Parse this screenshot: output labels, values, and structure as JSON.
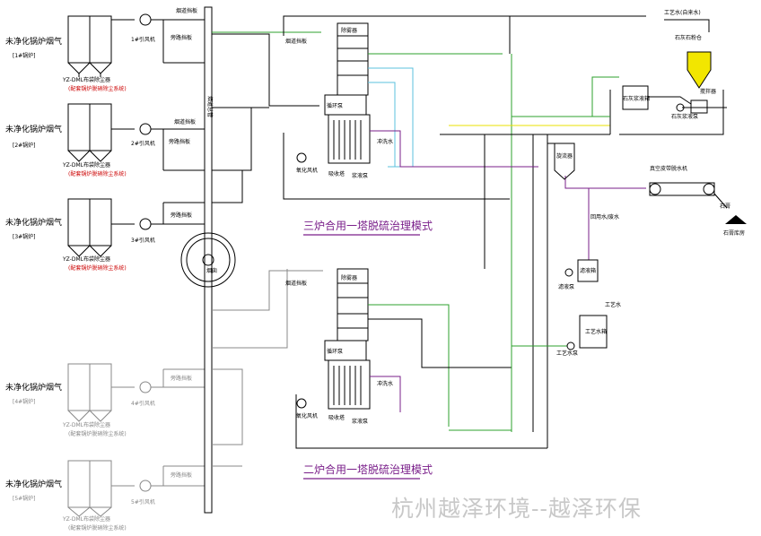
{
  "boilers": [
    {
      "label": "未净化锅炉烟气",
      "boiler_no": "[1#锅炉]",
      "fan": "1#引风机",
      "collector": "YZ-DML布袋除尘器",
      "note": "(配套锅炉脱硝除尘系统)"
    },
    {
      "label": "未净化锅炉烟气",
      "boiler_no": "[2#锅炉]",
      "fan": "2#引风机",
      "collector": "YZ-DML布袋除尘器",
      "note": "(配套锅炉脱硝除尘系统)"
    },
    {
      "label": "未净化锅炉烟气",
      "boiler_no": "[3#锅炉]",
      "fan": "3#引风机",
      "collector": "YZ-DML布袋除尘器",
      "note": "(配套锅炉脱硝除尘系统)"
    },
    {
      "label": "未净化锅炉烟气",
      "boiler_no": "[4#锅炉]",
      "fan": "4#引风机",
      "collector": "YZ-DML布袋除尘器",
      "note": "(配套锅炉脱硝除尘系统)"
    },
    {
      "label": "未净化锅炉烟气",
      "boiler_no": "[5#锅炉]",
      "fan": "5#引风机",
      "collector": "YZ-DML布袋除尘器",
      "note": "(配套锅炉脱硝除尘系统)"
    }
  ],
  "valves": {
    "inlet": "烟道挡板",
    "bypass": "旁路挡板"
  },
  "flue_duct": "烟道总管",
  "chimney": "烟囱",
  "tower_top": {
    "inlet_valve": "烟道挡板",
    "spray_pump": "循环泵",
    "oxidation_fan": "氧化风机",
    "pump_room": "浆液泵",
    "demister": "除雾器",
    "absorber": "吸收塔",
    "flush": "冲洗水"
  },
  "tower_bottom": {
    "inlet_valve": "烟道挡板",
    "spray_pump": "循环泵",
    "oxidation_fan": "氧化风机",
    "pump_room": "浆液泵",
    "demister": "除雾器",
    "absorber": "吸收塔",
    "flush": "冲洗水"
  },
  "mode_top": "三炉合用一塔脱硫治理模式",
  "mode_bottom": "二炉合用一塔脱硫治理模式",
  "right": {
    "process_water": "工艺水(自来水)",
    "lime_silo": "石灰石粉仓",
    "slurry_tank": "石灰浆液箱",
    "slurry_pump": "石灰浆液泵",
    "mixer": "搅拌器",
    "cyclone": "旋流器",
    "belt_filter": "真空皮带脱水机",
    "gypsum": "石膏",
    "gypsum_store": "石膏库房",
    "filtrate_tank": "滤液箱",
    "filtrate_pump": "滤液泵",
    "process_water_tank": "工艺水箱",
    "process_water_pump": "工艺水泵",
    "return_water": "回用水/废水",
    "water_label": "工艺水"
  },
  "watermark": "杭州越泽环境--越泽环保",
  "colors": {
    "line": "#000000",
    "green": "#2ca02c",
    "purple": "#7a1f8a",
    "cyan": "#5bc0de",
    "yellow": "#e8e000",
    "gray": "#888888",
    "mode": "#7a1f8a"
  }
}
